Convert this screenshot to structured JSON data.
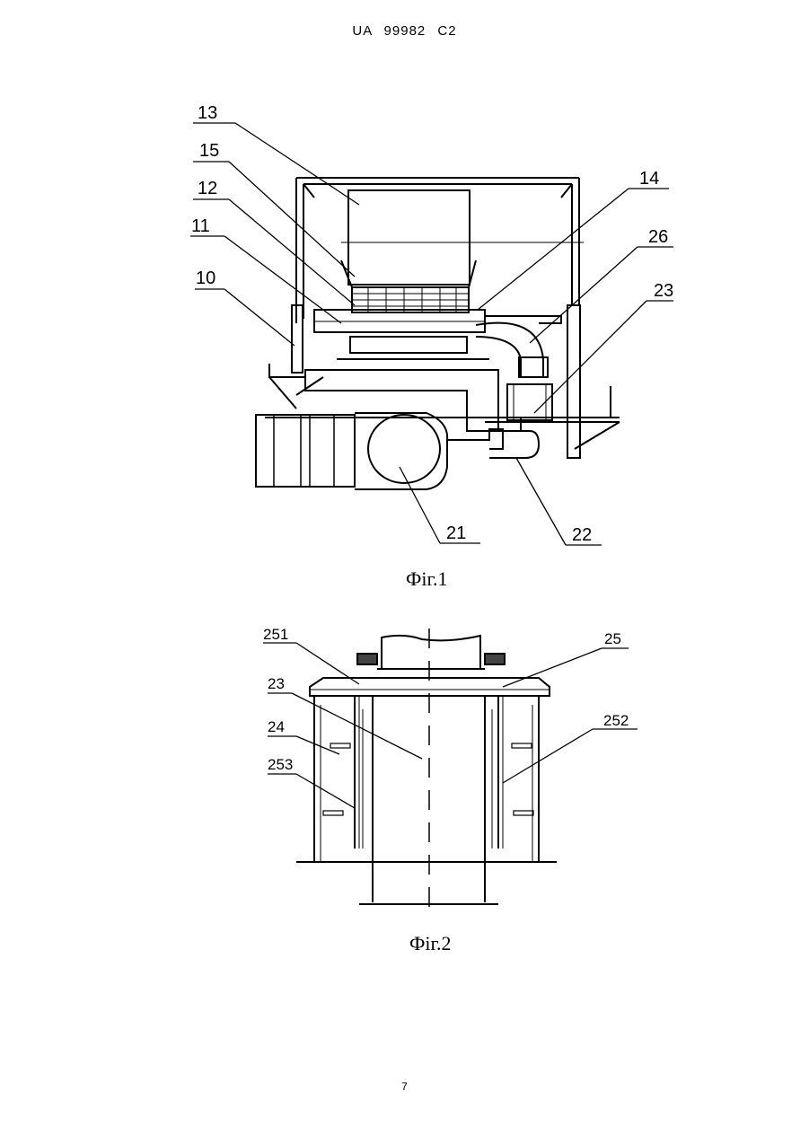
{
  "header": {
    "patent_number": "UA  99982  C2"
  },
  "figure1": {
    "caption": "Фіг.1",
    "labels": [
      "13",
      "15",
      "12",
      "11",
      "10",
      "14",
      "26",
      "23",
      "21",
      "22"
    ]
  },
  "figure2": {
    "caption": "Фіг.2",
    "labels": [
      "251",
      "25",
      "23",
      "24",
      "253",
      "252"
    ]
  },
  "page_number": "7"
}
